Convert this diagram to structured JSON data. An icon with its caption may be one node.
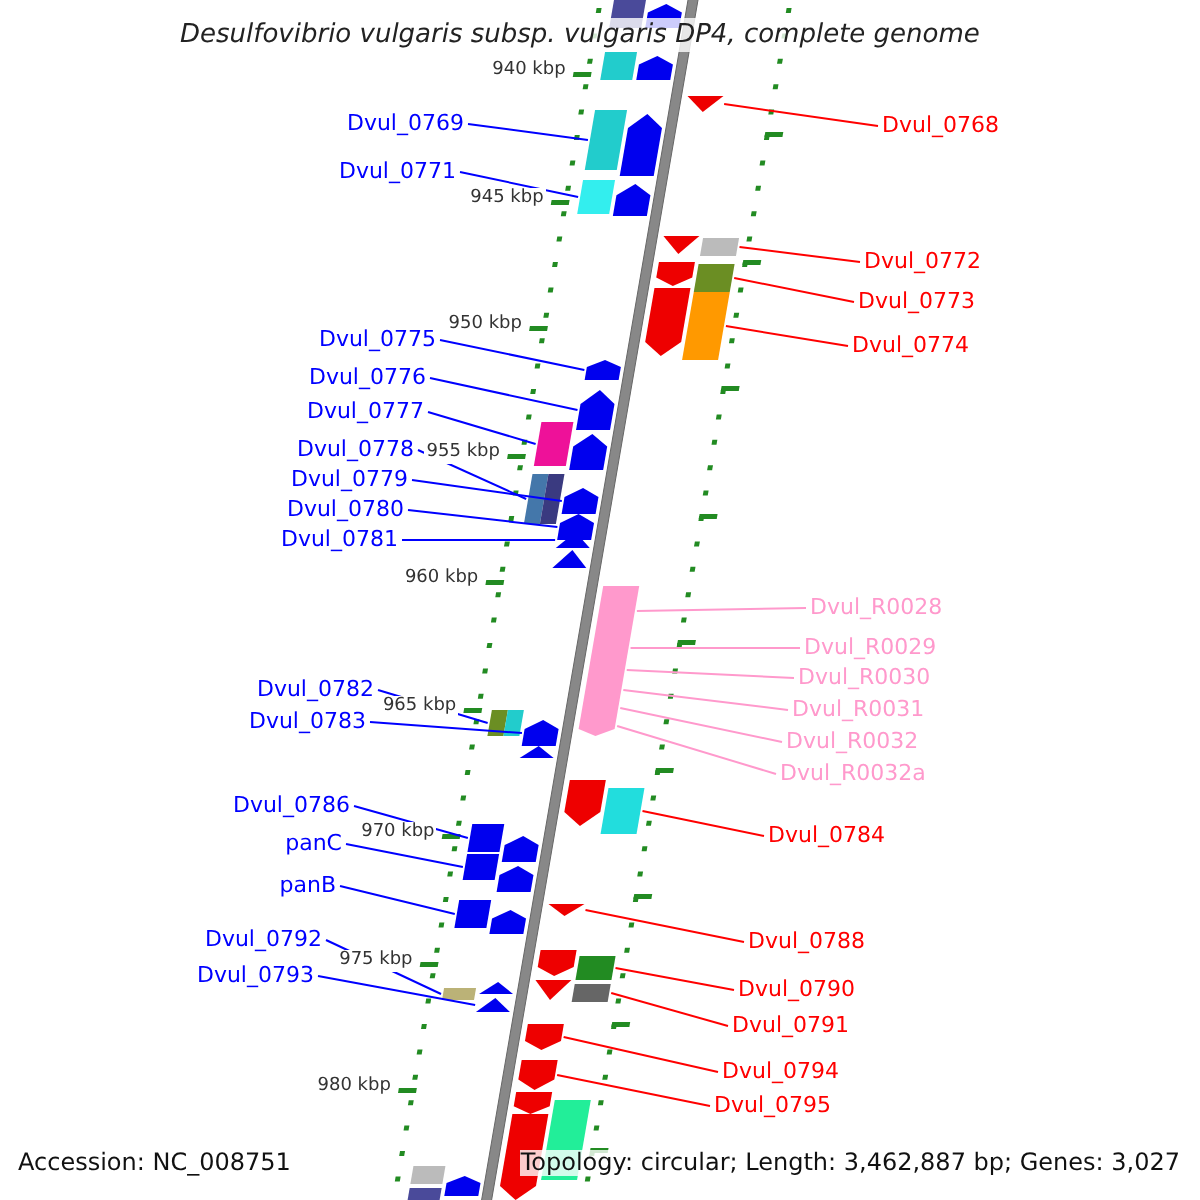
{
  "diagram": {
    "title": "Desulfovibrio vulgaris subsp. vulgaris DP4, complete genome",
    "nodes": [
      {
        "text": [
          "Dvul_0769"
        ]
      },
      {
        "text": [
          "Dvul_0768"
        ]
      },
      {
        "text": [
          "Dvul_0771"
        ]
      },
      {
        "text": [
          "Dvul_0772"
        ]
      },
      {
        "text": [
          "Dvul_0773"
        ]
      },
      {
        "text": [
          "Dvul_0774"
        ]
      },
      {
        "text": [
          "Dvul_0775"
        ]
      },
      {
        "text": [
          "Dvul_0776"
        ]
      },
      {
        "text": [
          "Dvul_0777"
        ]
      },
      {
        "text": [
          "Dvul_0778"
        ]
      },
      {
        "text": [
          "Dvul_0779"
        ]
      },
      {
        "text": [
          "Dvul_0780"
        ]
      },
      {
        "text": [
          "Dvul_0781"
        ]
      },
      {
        "text": [
          "Dvul_R0028"
        ]
      },
      {
        "text": [
          "Dvul_R0029"
        ]
      },
      {
        "text": [
          "Dvul_R0030"
        ]
      },
      {
        "text": [
          "Dvul_0782"
        ]
      },
      {
        "text": [
          "Dvul_R0031"
        ]
      },
      {
        "text": [
          "Dvul_0783"
        ]
      },
      {
        "text": [
          "Dvul_R0032"
        ]
      },
      {
        "text": [
          "Dvul_R0032a"
        ]
      },
      {
        "text": [
          "Dvul_0786"
        ]
      },
      {
        "text": [
          "Dvul_0784"
        ]
      },
      {
        "text": [
          "panC"
        ]
      },
      {
        "text": [
          "panB"
        ]
      },
      {
        "text": [
          "Dvul_0792"
        ]
      },
      {
        "text": [
          "Dvul_0788"
        ]
      },
      {
        "text": [
          "Dvul_0793"
        ]
      },
      {
        "text": [
          "Dvul_0790"
        ]
      },
      {
        "text": [
          "Dvul_0791"
        ]
      },
      {
        "text": [
          "Dvul_0794"
        ]
      },
      {
        "text": [
          "Dvul_0795"
        ]
      },
      {
        "text": [],
        "shape": "box"
      },
      {
        "text": [],
        "shape": "triangle"
      },
      {
        "text": [],
        "shape": "box"
      },
      {
        "text": [],
        "shape": "box"
      },
      {
        "text": [],
        "shape": "box"
      },
      {
        "text": [],
        "shape": "box"
      },
      {
        "text": [],
        "shape": "arrow"
      },
      {
        "text": [],
        "shape": "arrow"
      },
      {
        "text": [],
        "shape": "box"
      },
      {
        "text": [],
        "shape": "box"
      },
      {
        "text": [],
        "shape": "arrow"
      },
      {
        "text": [],
        "shape": "arrow"
      },
      {
        "text": [],
        "shape": "triangle"
      },
      {
        "text": [],
        "shape": "box"
      },
      {
        "text": [],
        "shape": "box"
      },
      {
        "text": [],
        "shape": "box"
      },
      {
        "text": [],
        "shape": "box"
      },
      {
        "text": [],
        "shape": "box"
      },
      {
        "text": [],
        "shape": "arrow"
      },
      {
        "text": [],
        "shape": "box"
      },
      {
        "text": [],
        "shape": "arrow"
      },
      {
        "text": [],
        "shape": "box"
      },
      {
        "text": [],
        "shape": "box"
      },
      {
        "text": [],
        "shape": "box"
      },
      {
        "text": [],
        "shape": "box"
      },
      {
        "text": [],
        "shape": "box"
      },
      {
        "text": [],
        "shape": "triangle"
      },
      {
        "text": [],
        "shape": "triangle"
      },
      {
        "text": [],
        "shape": "box"
      },
      {
        "text": [],
        "shape": "box"
      },
      {
        "text": [],
        "shape": "arrow"
      },
      {
        "text": [],
        "shape": "arrow"
      },
      {
        "text": [],
        "shape": "box"
      },
      {
        "text": [],
        "shape": "arrow"
      },
      {
        "text": [],
        "shape": "box"
      },
      {
        "text": [],
        "shape": "arrow"
      },
      {
        "text": [],
        "shape": "arrow"
      },
      {
        "text": [],
        "shape": "arrow"
      },
      {
        "text": [],
        "shape": "triangle"
      },
      {
        "text": [],
        "shape": "arrow"
      },
      {
        "text": [],
        "shape": "arrow"
      },
      {
        "text": [],
        "shape": "arrow"
      },
      {
        "text": [],
        "shape": "triangle"
      },
      {
        "text": [],
        "shape": "triangle"
      },
      {
        "text": [],
        "shape": "arrow"
      },
      {
        "text": [],
        "shape": "arrow"
      },
      {
        "text": [],
        "shape": "arrow"
      },
      {
        "text": [],
        "shape": "arrow"
      },
      {
        "text": [],
        "shape": "arrow"
      },
      {
        "text": [],
        "shape": "triangle"
      },
      {
        "text": [],
        "shape": "triangle"
      },
      {
        "text": [],
        "shape": "arrow"
      },
      {
        "text": [],
        "shape": "box"
      },
      {
        "text": [],
        "shape": "box"
      },
      {
        "text": [],
        "shape": "arrow"
      },
      {
        "text": [],
        "shape": "box"
      },
      {
        "text": [],
        "shape": "box"
      },
      {
        "text": [],
        "shape": "arrow"
      }
    ],
    "edges": [
      {
        "from": 0,
        "to": 32,
        "arrow": "none"
      },
      {
        "from": 1,
        "to": 33,
        "arrow": "none",
        "color": "#ff0000"
      },
      {
        "from": 2,
        "to": 34,
        "arrow": "none"
      },
      {
        "from": 3,
        "to": 35,
        "arrow": "none",
        "color": "#ff0000"
      },
      {
        "from": 4,
        "to": 36,
        "arrow": "none",
        "color": "#ff0000"
      },
      {
        "from": 5,
        "to": 37,
        "arrow": "none",
        "color": "#ff0000"
      },
      {
        "from": 6,
        "to": 38,
        "arrow": "none"
      },
      {
        "from": 7,
        "to": 39,
        "arrow": "none"
      },
      {
        "from": 8,
        "to": 40,
        "arrow": "none"
      },
      {
        "from": 9,
        "to": 41,
        "arrow": "none"
      },
      {
        "from": 10,
        "to": 42,
        "arrow": "none"
      },
      {
        "from": 11,
        "to": 43,
        "arrow": "none"
      },
      {
        "from": 12,
        "to": 44,
        "arrow": "none"
      },
      {
        "from": 13,
        "to": 45,
        "arrow": "none",
        "color": "#ff99cc"
      },
      {
        "from": 14,
        "to": 46,
        "arrow": "none",
        "color": "#ff99cc"
      },
      {
        "from": 15,
        "to": 47,
        "arrow": "none",
        "color": "#ff99cc"
      },
      {
        "from": 16,
        "to": 48,
        "arrow": "none"
      },
      {
        "from": 17,
        "to": 49,
        "arrow": "none",
        "color": "#ff99cc"
      },
      {
        "from": 18,
        "to": 50,
        "arrow": "none"
      },
      {
        "from": 19,
        "to": 51,
        "arrow": "none",
        "color": "#ff99cc"
      },
      {
        "from": 20,
        "to": 52,
        "arrow": "none",
        "color": "#ff99cc"
      },
      {
        "from": 21,
        "to": 53,
        "arrow": "none"
      },
      {
        "from": 22,
        "to": 54,
        "arrow": "none",
        "color": "#ff0000"
      },
      {
        "from": 23,
        "to": 55,
        "arrow": "none"
      },
      {
        "from": 24,
        "to": 56,
        "arrow": "none"
      },
      {
        "from": 25,
        "to": 57,
        "arrow": "none"
      },
      {
        "from": 26,
        "to": 58,
        "arrow": "none",
        "color": "#ff0000"
      },
      {
        "from": 27,
        "to": 59,
        "arrow": "none"
      },
      {
        "from": 28,
        "to": 60,
        "arrow": "none",
        "color": "#ff0000"
      },
      {
        "from": 29,
        "to": 61,
        "arrow": "none",
        "color": "#ff0000"
      },
      {
        "from": 30,
        "to": 62,
        "arrow": "none",
        "color": "#ff0000"
      },
      {
        "from": 31,
        "to": 63,
        "arrow": "none",
        "color": "#ff0000"
      }
    ],
    "labels": [
      "940 kbp",
      "945 kbp",
      "950 kbp",
      "955 kbp",
      "960 kbp",
      "965 kbp",
      "970 kbp",
      "975 kbp",
      "980 kbp",
      "Accession: NC_008751",
      "Topology: circular; Length: 3,462,887 bp; Genes: 3,027"
    ]
  }
}
